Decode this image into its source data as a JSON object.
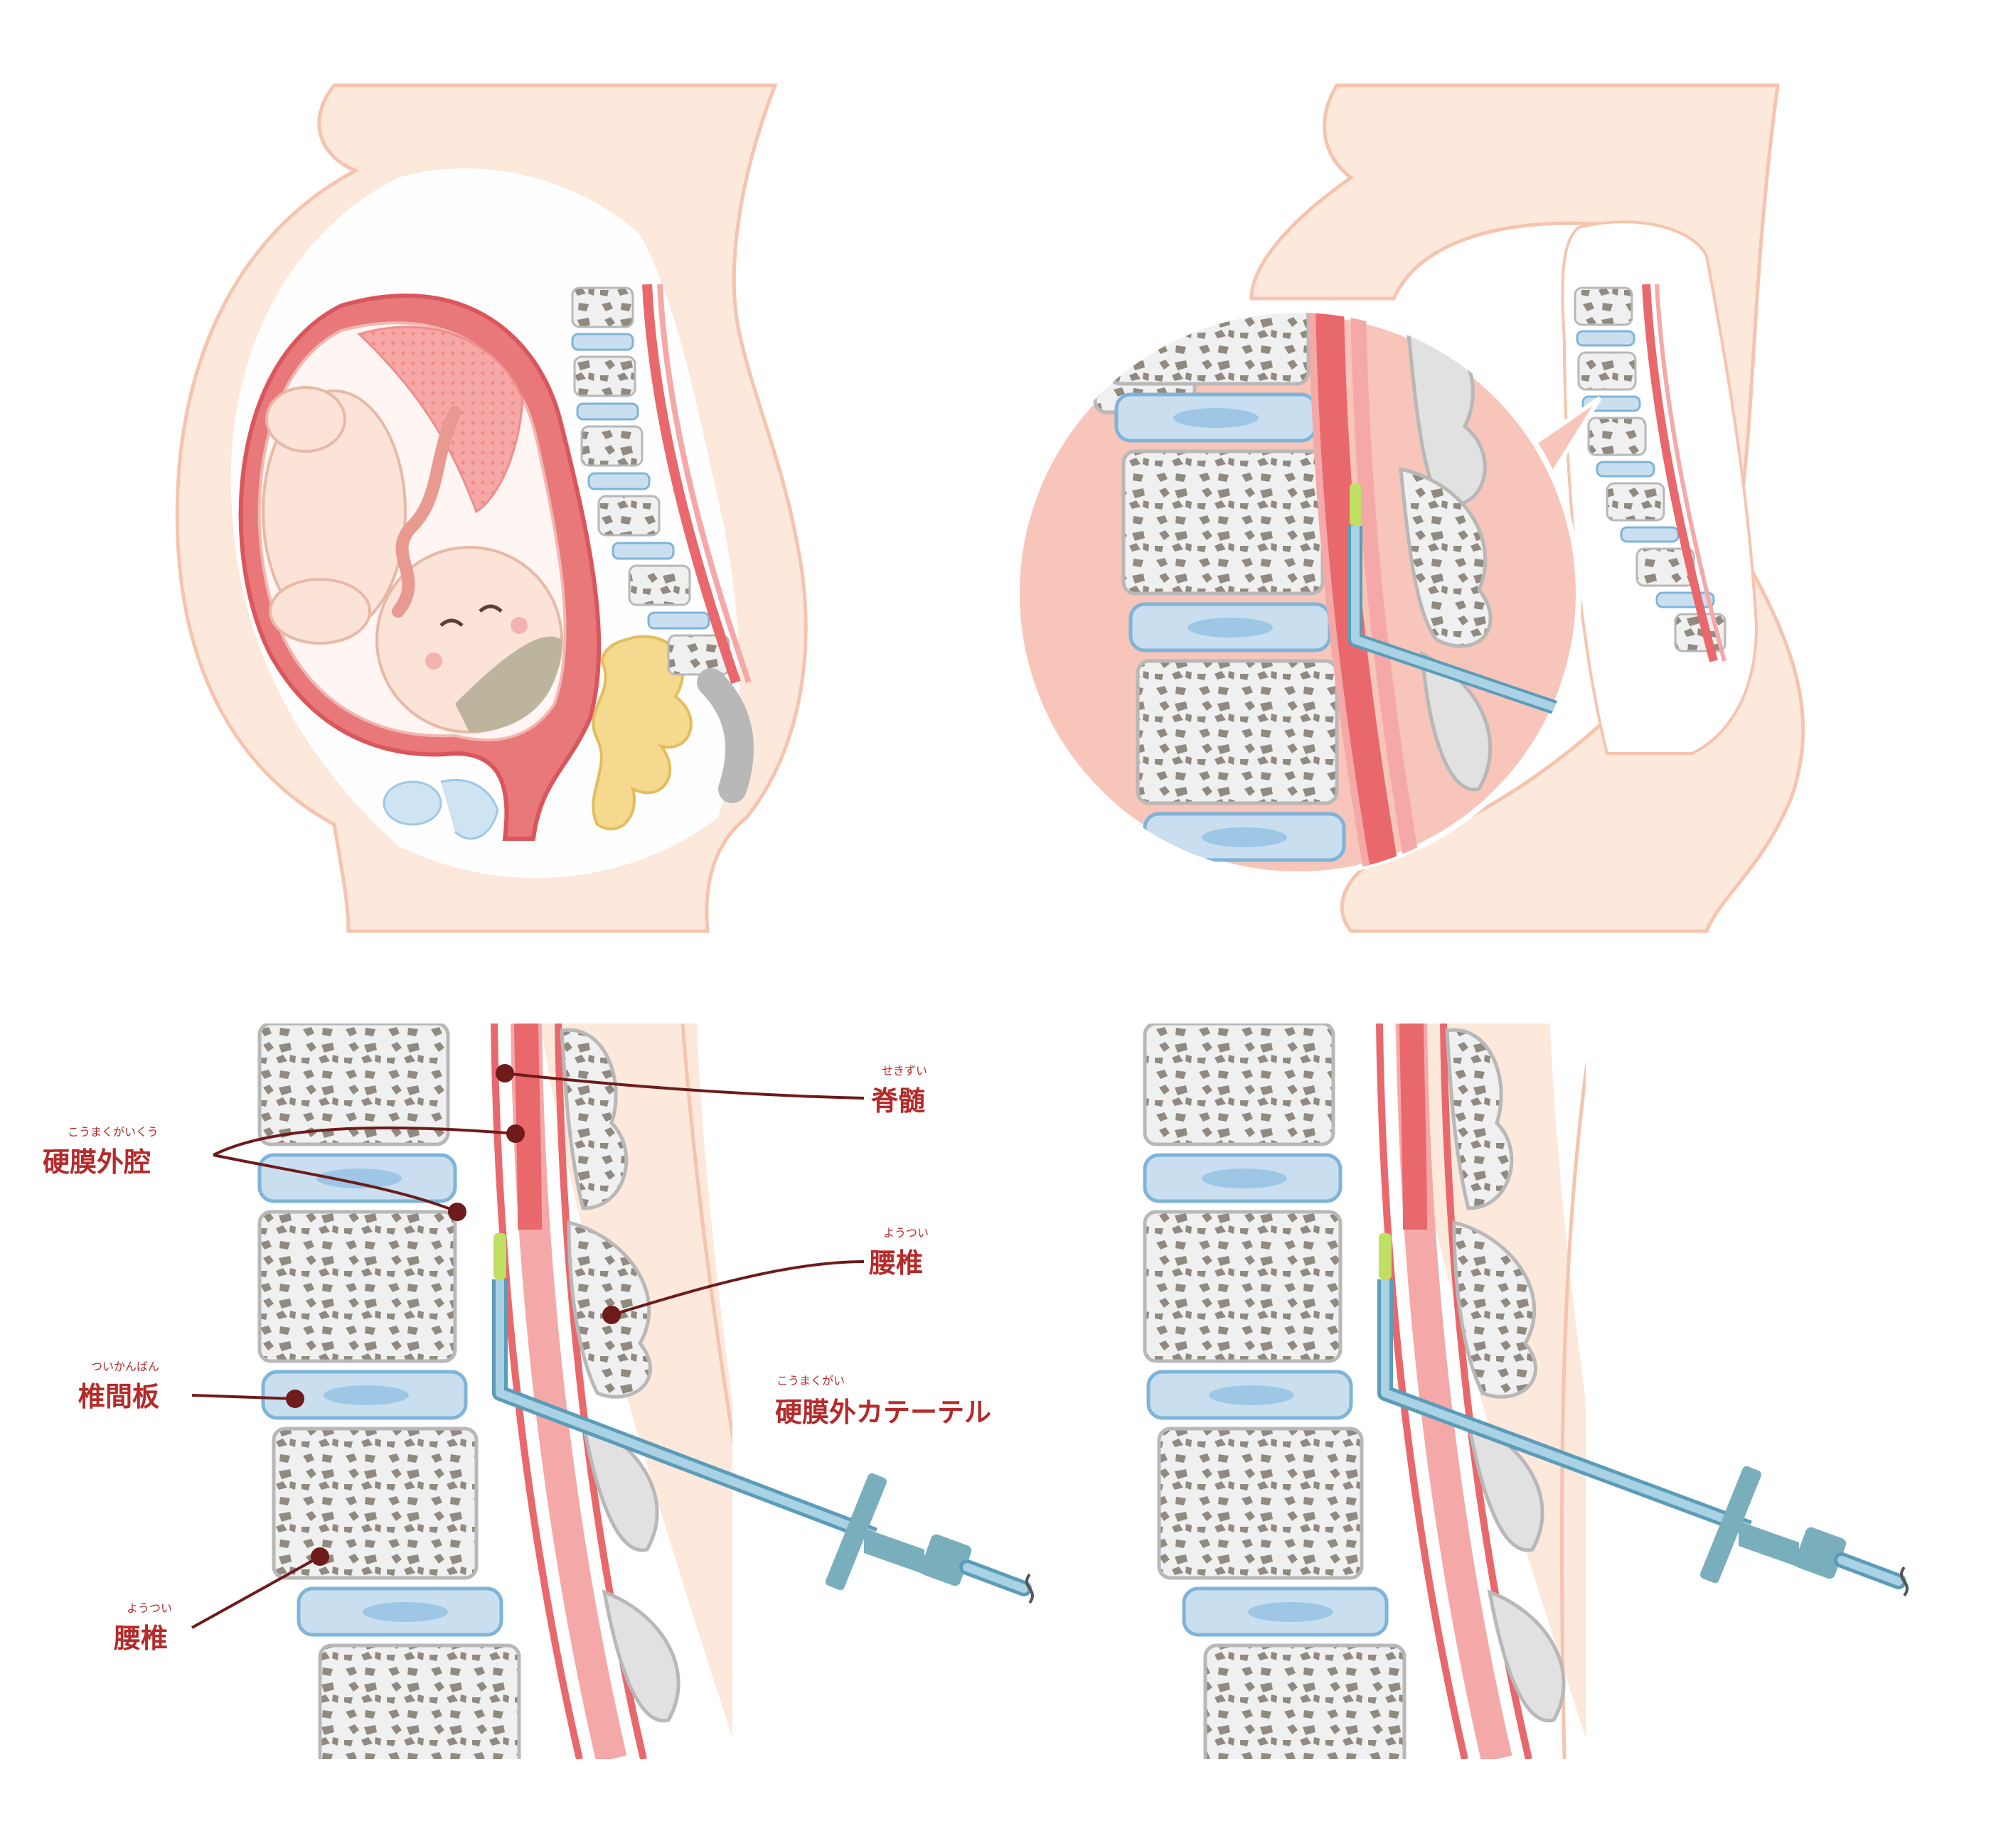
{
  "colors": {
    "skin": "#fde8dc",
    "skin_outline": "#f6c4ae",
    "uterus": "#e8787a",
    "uterus_dark": "#d9575c",
    "placenta": "#f6a8a6",
    "amniotic": "#fff5f2",
    "baby": "#fbe3d8",
    "baby_hair": "#bcb49d",
    "bone": "#f0f0f0",
    "bone_outline": "#b8b8b8",
    "bone_spot": "#918a80",
    "disc": "#c9dff0",
    "disc_core": "#9ec7e6",
    "disc_outline": "#7fb4d8",
    "cord": "#e8686c",
    "dura": "#f4a9a8",
    "catheter": "#a9d2e4",
    "catheter_outline": "#5b9cb8",
    "catheter_tip": "#bfe061",
    "needle_hub": "#79aebd",
    "intestine": "#f5d98e",
    "bladder": "#cfe4f3",
    "label_text": "#b52a2a",
    "leader": "#6e1b1b"
  },
  "labels": {
    "spinal_cord": {
      "text": "脊髄",
      "ruby": "せきずい"
    },
    "epidural_space": {
      "text": "硬膜外腔",
      "ruby": "こうまくがいくう"
    },
    "lumbar_right": {
      "text": "腰椎",
      "ruby": "ようつい"
    },
    "disc": {
      "text": "椎間板",
      "ruby": "ついかんばん"
    },
    "lumbar_left": {
      "text": "腰椎",
      "ruby": "ようつい"
    },
    "catheter": {
      "text": "硬膜外カテーテル",
      "ruby": "こうまくがい"
    }
  }
}
